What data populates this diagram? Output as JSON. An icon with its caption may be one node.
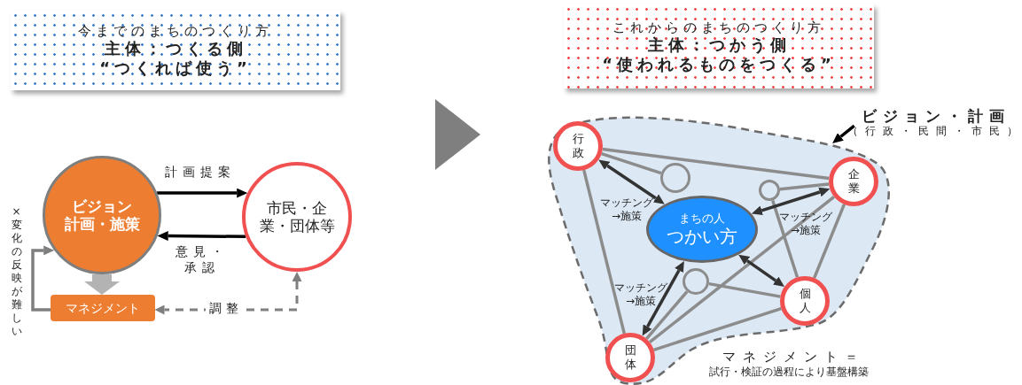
{
  "diagram": {
    "nodes": [
      {
        "text": [
          "今までのまちのつくり方",
          "主体：つくる側",
          "“つくれば使う”"
        ]
      },
      {
        "text": [
          "ビジョン",
          "計画・施策"
        ]
      },
      {
        "text": [
          "市民・企業・団体等"
        ]
      },
      {
        "text": [
          "マネジメント"
        ]
      },
      {
        "text": [
          "これからのまちのつくり方",
          "主体：つかう側",
          "“使われるものをつくる”"
        ]
      },
      {
        "text": [],
        "shape": "cloud"
      },
      {
        "text": [
          "ビジョン・計画",
          "（行政・民間・市民）"
        ]
      },
      {
        "text": [
          "行政"
        ],
        "in": 5
      },
      {
        "text": [
          "企業"
        ],
        "in": 5
      },
      {
        "text": [],
        "shape": "circle",
        "in": 5
      },
      {
        "text": [],
        "shape": "circle",
        "in": 5
      },
      {
        "text": [
          "まちの人",
          "つかい方"
        ],
        "in": 5
      },
      {
        "text": [],
        "shape": "circle",
        "in": 5
      },
      {
        "text": [
          "個人"
        ],
        "in": 5
      },
      {
        "text": [
          "団体"
        ],
        "in": 5
      }
    ],
    "edges": [
      {
        "from": 1,
        "to": 2,
        "arrow": "to",
        "color": "#000000",
        "label": "計画提案"
      },
      {
        "from": 2,
        "to": 1,
        "arrow": "to",
        "color": "#000000",
        "label": "意見・承認"
      },
      {
        "from": 1,
        "to": 3,
        "arrow": "to",
        "style": "thick",
        "color": "#b3b3b3"
      },
      {
        "from": 3,
        "to": 1,
        "arrow": "to",
        "color": "#7f7f7f",
        "label": "×変化の反映が難しい"
      },
      {
        "from": 2,
        "to": 3,
        "arrow": "both",
        "style": "dashed",
        "color": "#7f7f7f",
        "label": "調整"
      },
      {
        "from": 6,
        "to": 5,
        "arrow": "to",
        "color": "#000000"
      },
      {
        "from": 7,
        "to": 8,
        "arrow": "none"
      },
      {
        "from": 7,
        "to": 9,
        "arrow": "none"
      },
      {
        "from": 7,
        "to": 14,
        "arrow": "none"
      },
      {
        "from": 8,
        "to": 10,
        "arrow": "none"
      },
      {
        "from": 8,
        "to": 14,
        "arrow": "none"
      },
      {
        "from": 8,
        "to": 13,
        "arrow": "none"
      },
      {
        "from": 10,
        "to": 13,
        "arrow": "none"
      },
      {
        "from": 12,
        "to": 13,
        "arrow": "none"
      },
      {
        "from": 12,
        "to": 14,
        "arrow": "none"
      },
      {
        "from": 14,
        "to": 13,
        "arrow": "none"
      },
      {
        "from": 7,
        "to": 11,
        "arrow": "both",
        "color": "#333333",
        "label": "マッチング→施策"
      },
      {
        "from": 8,
        "to": 11,
        "arrow": "both",
        "color": "#333333",
        "label": "マッチング→施策"
      },
      {
        "from": 13,
        "to": 11,
        "arrow": "both",
        "color": "#333333"
      },
      {
        "from": 14,
        "to": 11,
        "arrow": "both",
        "color": "#333333",
        "label": "マッチング→施策"
      }
    ],
    "labels": [
      "マネジメント＝",
      "試行・検証の過程により基盤構築"
    ]
  }
}
